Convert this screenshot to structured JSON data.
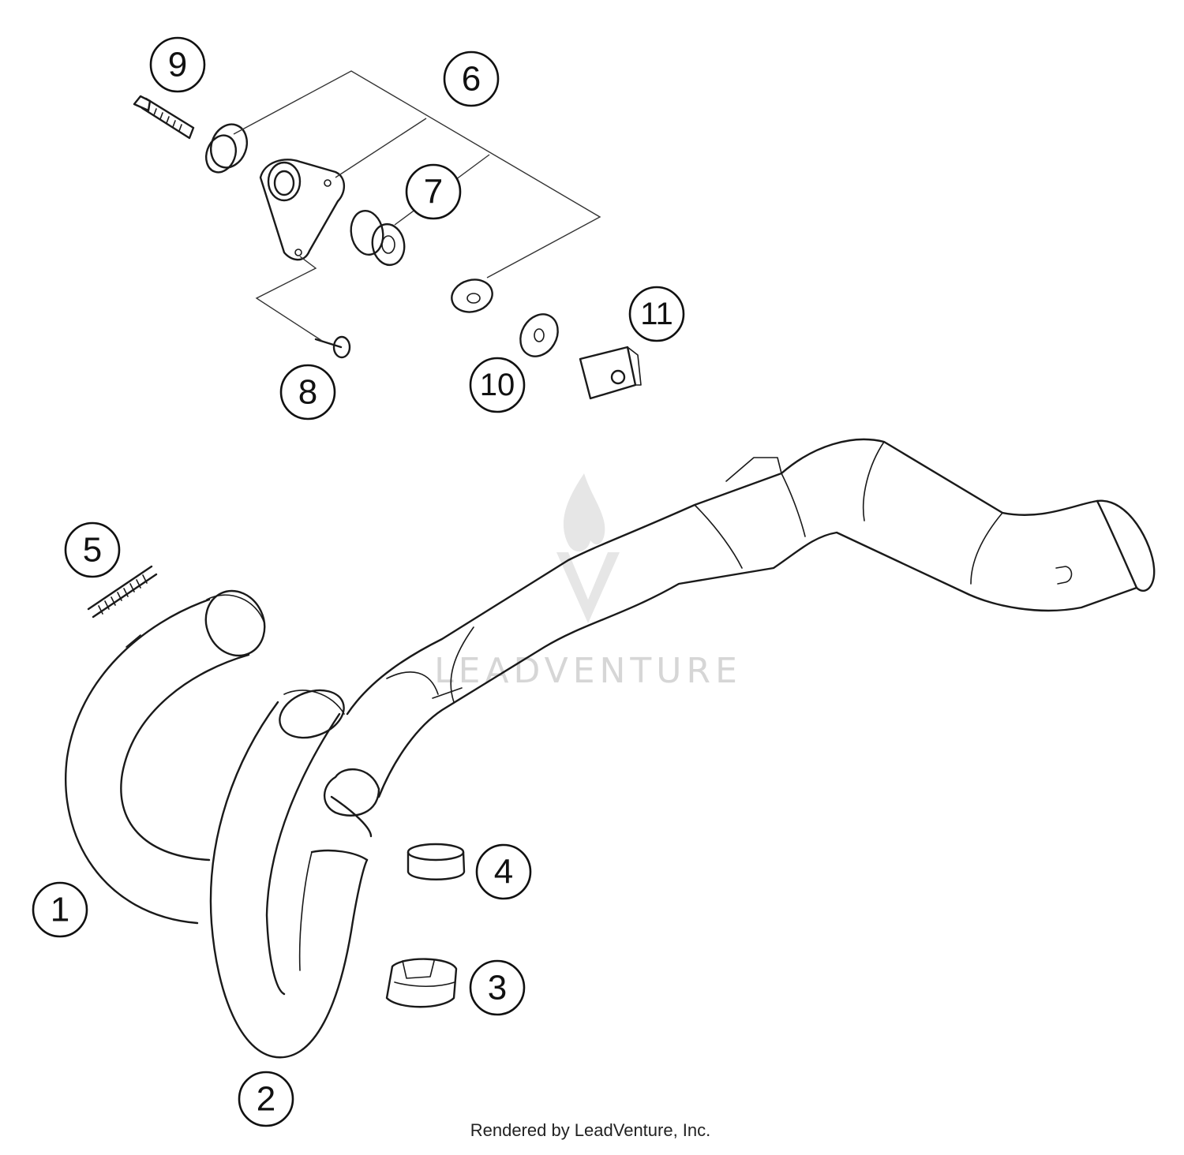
{
  "callouts": [
    {
      "label": "1"
    },
    {
      "label": "2"
    },
    {
      "label": "3"
    },
    {
      "label": "4"
    },
    {
      "label": "5"
    },
    {
      "label": "6"
    },
    {
      "label": "7"
    },
    {
      "label": "8"
    },
    {
      "label": "9"
    },
    {
      "label": "10"
    },
    {
      "label": "11"
    }
  ],
  "watermark": {
    "text": "LEADVENTURE"
  },
  "credit": {
    "text": "Rendered by LeadVenture, Inc."
  },
  "colors": {
    "line": "#1a1a1a",
    "watermark": "#d6d6d6"
  }
}
